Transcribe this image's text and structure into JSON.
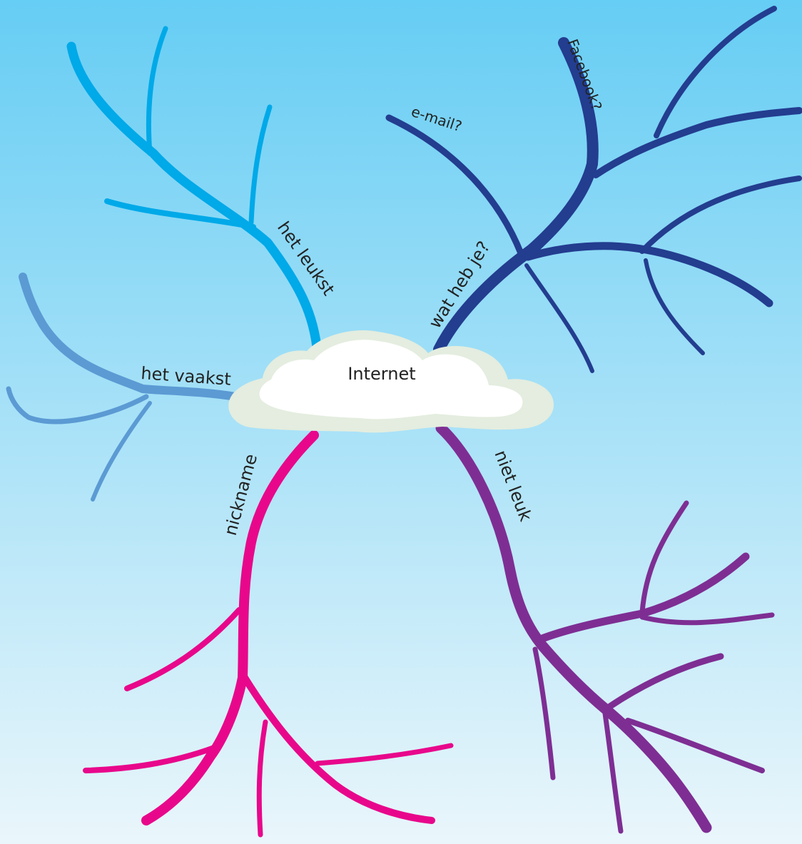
{
  "center": {
    "label": "Internet",
    "colors": {
      "cloud": "#ffffff",
      "cloud_shadow": "#e4eddf"
    }
  },
  "background": {
    "top": "#66cdf4",
    "bottom": "#eaf6fb"
  },
  "branches": {
    "het_leukst": {
      "label": "het leukst",
      "color": "#00a9e8"
    },
    "het_vaakst": {
      "label": "het vaakst",
      "color": "#5b9ad3"
    },
    "wat_heb_je": {
      "label": "wat heb je?",
      "color": "#233d8f",
      "sublabels": {
        "email": "e-mail?",
        "facebook": "Facebook?"
      }
    },
    "nickname": {
      "label": "nickname",
      "color": "#e8078b"
    },
    "niet_leuk": {
      "label": "niet leuk",
      "color": "#7e2e93"
    }
  }
}
